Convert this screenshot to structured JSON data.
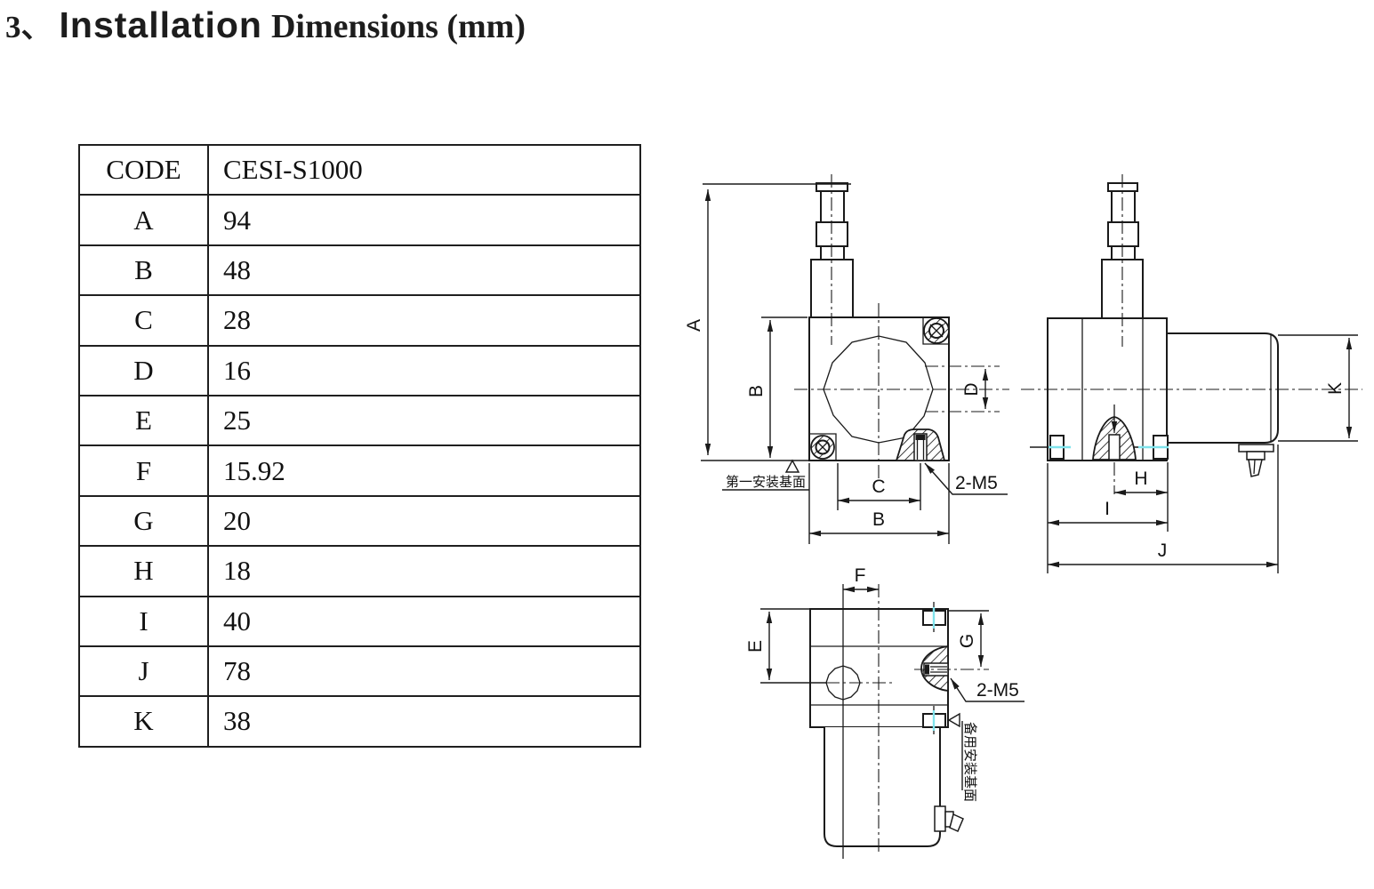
{
  "title": {
    "number": "3、",
    "word_main": "Installation",
    "word_rest": "Dimensions (mm)"
  },
  "table": {
    "header": {
      "code_label": "CODE",
      "model": "CESI-S1000"
    },
    "rows": [
      {
        "code": "A",
        "value": "94"
      },
      {
        "code": "B",
        "value": "48"
      },
      {
        "code": "C",
        "value": "28"
      },
      {
        "code": "D",
        "value": "16"
      },
      {
        "code": "E",
        "value": "25"
      },
      {
        "code": "F",
        "value": "15.92"
      },
      {
        "code": "G",
        "value": "20"
      },
      {
        "code": "H",
        "value": "18"
      },
      {
        "code": "I",
        "value": "40"
      },
      {
        "code": "J",
        "value": "78"
      },
      {
        "code": "K",
        "value": "38"
      }
    ]
  },
  "drawings": {
    "labels": {
      "a": "A",
      "b": "B",
      "c": "C",
      "d": "D",
      "e": "E",
      "f": "F",
      "g": "G",
      "h": "H",
      "i": "I",
      "j": "J",
      "k": "K"
    },
    "annotations": {
      "thread": "2-M5",
      "datum_primary": "第一安装基面",
      "datum_secondary": "备用安装基面"
    },
    "colors": {
      "line": "#1a1a1a",
      "highlight": "#7fe3ec"
    }
  }
}
